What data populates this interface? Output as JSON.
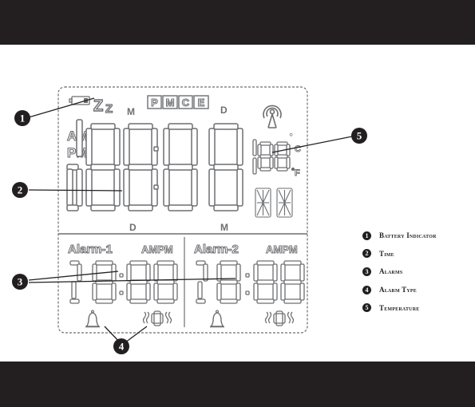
{
  "lcd": {
    "time_top_labels": {
      "m": "M",
      "d": "D"
    },
    "time_bottom_labels": {
      "d": "D",
      "m": "M"
    },
    "mode_letters": [
      "P",
      "M",
      "C",
      "E"
    ],
    "am": "AM",
    "pm": "PM",
    "temp_degree": "°",
    "temp_c": "C",
    "temp_f": "F",
    "alarm1_label": "Alarm-1",
    "alarm2_label": "Alarm-2",
    "alarm1_ampm": "AMPM",
    "alarm2_ampm": "AMPM"
  },
  "callouts": [
    "1",
    "2",
    "3",
    "4",
    "5"
  ],
  "legend": [
    {
      "num": "1",
      "label": "Battery Indicator"
    },
    {
      "num": "2",
      "label": "Time"
    },
    {
      "num": "3",
      "label": "Alarms"
    },
    {
      "num": "4",
      "label": "Alarm Type"
    },
    {
      "num": "5",
      "label": "Temperature"
    }
  ],
  "colors": {
    "bar": "#231f20",
    "ink": "#231f20",
    "lcd": "#6d6e71"
  },
  "icons": [
    "battery-icon",
    "sleep-zz-icon",
    "radio-signal-icon",
    "bell-icon",
    "vibrate-icon"
  ]
}
